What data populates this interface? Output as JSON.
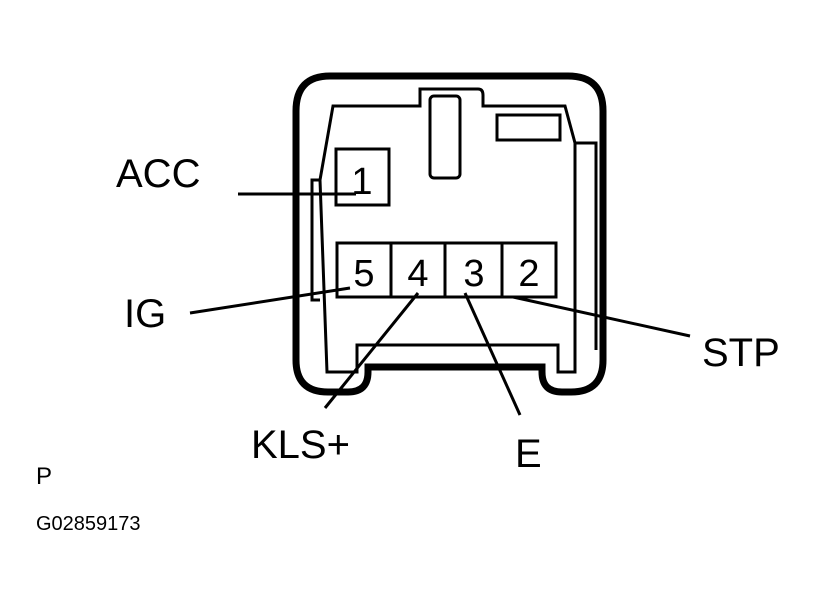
{
  "pins": [
    {
      "number": "1",
      "signal": "ACC"
    },
    {
      "number": "5",
      "signal": "IG"
    },
    {
      "number": "4",
      "signal": "KLS+"
    },
    {
      "number": "3",
      "signal": "E"
    },
    {
      "number": "2",
      "signal": "STP"
    }
  ],
  "view_marker": "P",
  "figure_code": "G02859173"
}
